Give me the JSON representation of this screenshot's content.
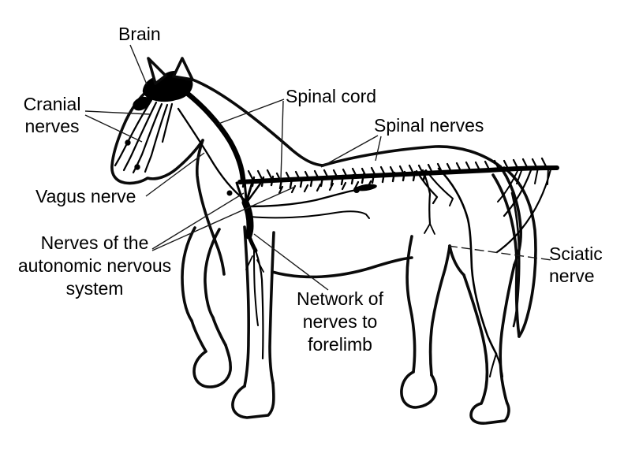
{
  "figure": {
    "subject": "Nervous system of a horse",
    "style": "black line drawing on white background",
    "background_color": "#ffffff",
    "ink_color": "#000000"
  },
  "labels": {
    "brain": "Brain",
    "cranial_nerves": "Cranial nerves",
    "spinal_cord": "Spinal cord",
    "spinal_nerves": "Spinal nerves",
    "vagus_nerve": "Vagus nerve",
    "autonomic": "Nerves of the autonomic nervous system",
    "forelimb_network": "Network of nerves to forelimb",
    "sciatic_nerve": "Sciatic nerve"
  }
}
